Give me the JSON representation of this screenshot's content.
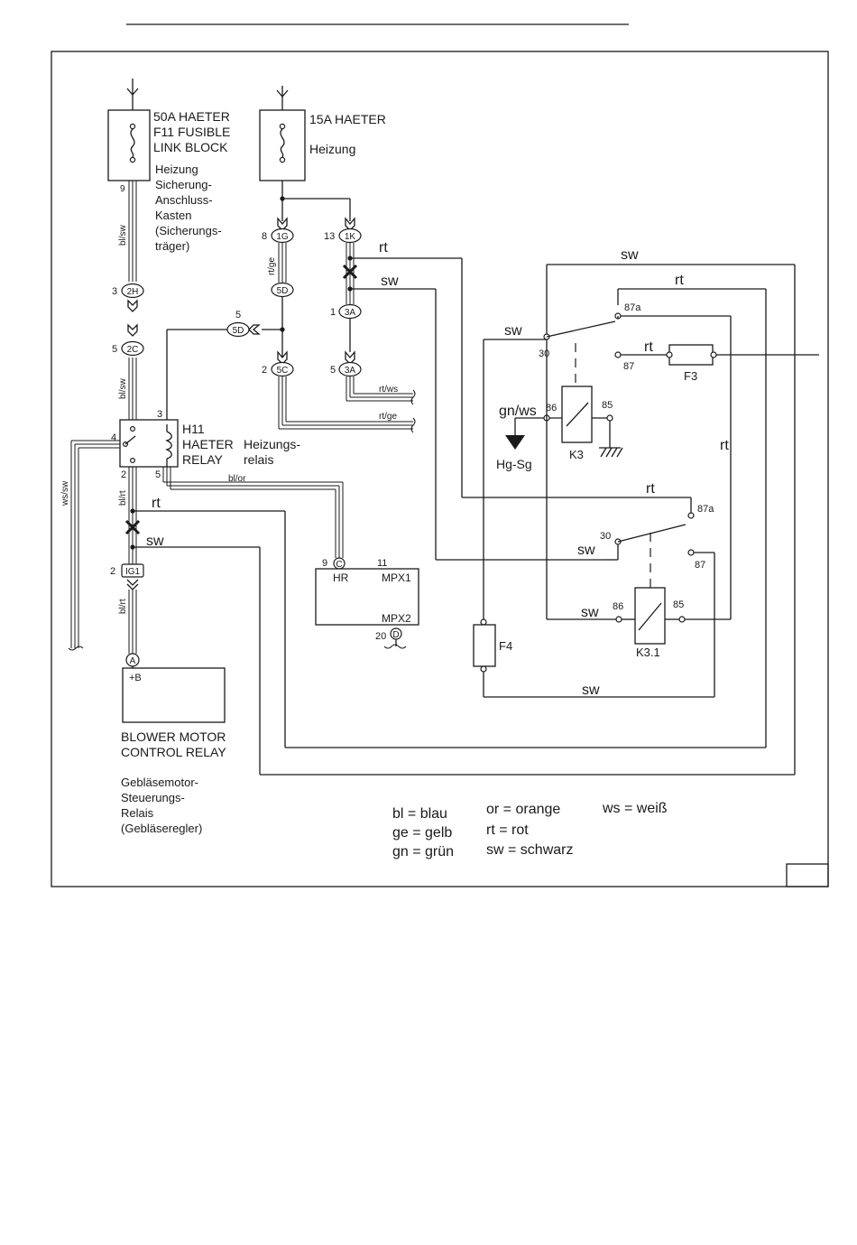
{
  "labels": {
    "fuse1_l1": "50A HAETER",
    "fuse1_l2": "F11 FUSIBLE",
    "fuse1_l3": "LINK BLOCK",
    "fuse1_de1": "Heizung",
    "fuse1_de2": "Sicherung-",
    "fuse1_de3": "Anschluss-",
    "fuse1_de4": "Kasten",
    "fuse1_de5": "(Sicherungs-",
    "fuse1_de6": "träger)",
    "fuse2_l1": "15A HAETER",
    "fuse2_de": "Heizung",
    "relay_l1": "H11",
    "relay_l2": "HAETER",
    "relay_l3": "RELAY",
    "relay_de1": "Heizungs-",
    "relay_de2": "relais",
    "blower_l1": "BLOWER MOTOR",
    "blower_l2": "CONTROL RELAY",
    "blower_de1": "Gebläsemotor-",
    "blower_de2": "Steuerungs-",
    "blower_de3": "Relais",
    "blower_de4": "(Gebläseregler)",
    "blower_b": "+B",
    "ecu_hr": "HR",
    "ecu_mpx1": "MPX1",
    "ecu_mpx2": "MPX2",
    "k3": "K3",
    "k31": "K3.1",
    "f3": "F3",
    "f4": "F4",
    "ground": "Hg-Sg",
    "gnws": "gn/ws"
  },
  "connectors": {
    "c1G": "1G",
    "c1K": "1K",
    "c2H": "2H",
    "c2C": "2C",
    "c5D_a": "5D",
    "c5D_b": "5D",
    "c5C": "5C",
    "c3A_a": "3A",
    "c3A_b": "3A",
    "cIG1": "IG1",
    "cA": "A",
    "cC": "C",
    "cD": "D"
  },
  "pins": {
    "p9": "9",
    "p8": "8",
    "p13": "13",
    "p3a": "3",
    "p5a": "5",
    "p5b": "5",
    "p1": "1",
    "p2a": "2",
    "p5c": "5",
    "p3b": "3",
    "p4": "4",
    "p2b": "2",
    "p5d": "5",
    "p2c": "2",
    "p9b": "9",
    "p11": "11",
    "p20": "20",
    "k3_30": "30",
    "k3_87a": "87a",
    "k3_87": "87",
    "k3_86": "86",
    "k3_85": "85",
    "k31_30": "30",
    "k31_87a": "87a",
    "k31_87": "87",
    "k31_86": "86",
    "k31_85": "85"
  },
  "wires": {
    "blsw1": "bl/sw",
    "blsw2": "bl/sw",
    "rtge1": "rt/ge",
    "rtws": "rt/ws",
    "rtge2": "rt/ge",
    "wssw": "ws/sw",
    "blrt1": "bl/rt",
    "blrt2": "bl/rt",
    "blor": "bl/or",
    "rt1": "rt",
    "sw1": "sw",
    "rt2": "rt",
    "sw2": "sw",
    "sw_top": "sw",
    "rt_top": "rt",
    "sw_k3": "sw",
    "rt_f3": "rt",
    "rt_right": "rt",
    "rt_k31": "rt",
    "sw_k31": "sw",
    "sw_86": "sw",
    "sw_bot": "sw"
  },
  "legend": {
    "col1": [
      "bl = blau",
      "ge = gelb",
      "gn = grün"
    ],
    "col2": [
      "or = orange",
      "rt = rot",
      "sw = schwarz"
    ],
    "col3": [
      "ws = weiß"
    ]
  }
}
